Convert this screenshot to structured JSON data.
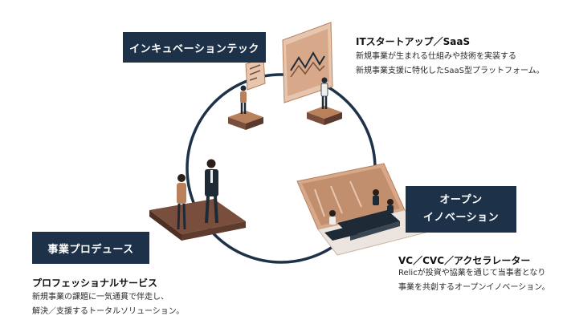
{
  "segments": {
    "incubation": {
      "label": "インキュベーションテック",
      "heading": "ITスタートアップ／SaaS",
      "description": [
        "新規事業が生まれる仕組みや技術を実装する",
        "新規事業支援に特化したSaaS型プラットフォーム。"
      ]
    },
    "open_innovation": {
      "label_lines": [
        "オープン",
        "イノベーション"
      ],
      "heading": "VC／CVC／アクセラレーター",
      "description": [
        "Relicが投資や協業を通じて当事者となり",
        "事業を共創するオープンイノベーション。"
      ]
    },
    "business_produce": {
      "label": "事業プロデュース",
      "heading": "プロフェッショナルサービス",
      "description": [
        "新規事業の課題に一気通貫で伴走し、",
        "解決／支援するトータルソリューション。"
      ]
    }
  },
  "colors": {
    "navy": "#1d3148",
    "copper": "#b9805c",
    "copper_light": "#e6c6ae",
    "platform": "#7a4e3c",
    "dark": "#1e2a36"
  }
}
